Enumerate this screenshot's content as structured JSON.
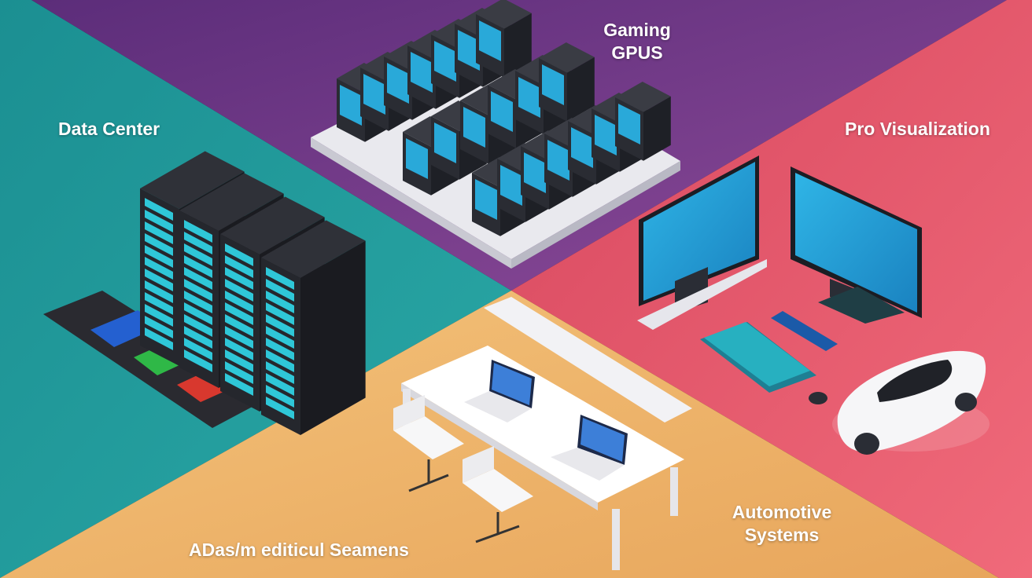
{
  "labels": {
    "data_center": "Data Center",
    "gaming": "Gaming\nGPUS",
    "pro_visualization": "Pro Visualization",
    "automotive": "Automotive\nSystems",
    "adas": "ADas/m editicul Seamens"
  },
  "colors": {
    "teal": "#1f9ea0",
    "purple": "#7a3a8c",
    "pink": "#e2566e",
    "yellow": "#eeb86a",
    "screen": "#29a9d9",
    "server": "#2b2d33"
  }
}
